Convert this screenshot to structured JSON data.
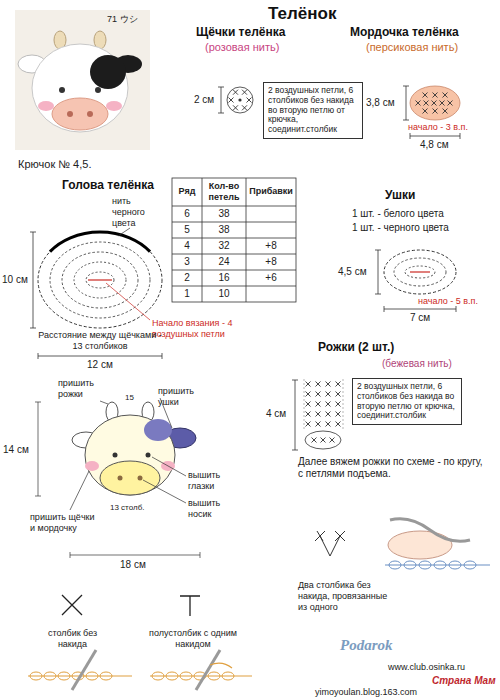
{
  "diagram": {
    "title": "Телёнок",
    "nodes": [
      {
        "text": [
          "2 воздушных петли, 6 столбиков без накида во вторую петлю от крючка, соединит.столбик"
        ]
      },
      {
        "text": [
          "2 воздушных петли, 6 столбиков без накида во вторую петлю от крючка, соединит.столбик"
        ]
      }
    ],
    "labels": [
      "71 ウシ",
      "Щёчки телёнка",
      "(розовая нить)",
      "2 см",
      "Мордочка телёнка",
      "(персиковая нить)",
      "3,8 см",
      "начало - 3 в.п.",
      "4,8 см",
      "Крючок № 4,5.",
      "Голова телёнка",
      "нить черного цвета",
      "10 см",
      "Начало вязания - 4 воздушных петли",
      "Расстояние между щёчками - 13 столбиков",
      "12 см",
      "Ряд",
      "Кол-во петель",
      "Прибавки",
      "6",
      "38",
      "5",
      "38",
      "4",
      "32",
      "+8",
      "3",
      "24",
      "+8",
      "2",
      "16",
      "+6",
      "1",
      "10",
      "Ушки",
      "1 шт. - белого цвета",
      "1 шт. - черного цвета",
      "4,5 см",
      "начало - 5 в.п.",
      "7 см",
      "Рожки (2 шт.)",
      "(бежевая нить)",
      "4 см",
      "Далее вяжем рожки по схеме - по кругу, с петлями подъема.",
      "пришить рожки",
      "пришить ушки",
      "15",
      "14 см",
      "вышить глазки",
      "вышить носик",
      "пришить щёчки и мордочку",
      "13 столб.",
      "18 см",
      "Два столбика без накида, провязанные из одного",
      "столбик без накида",
      "полустолбик с одним накидом",
      "Podarok",
      "www.club.osinka.ru",
      "yimoyoulan.blog.163.com",
      "Страна Мам"
    ]
  }
}
